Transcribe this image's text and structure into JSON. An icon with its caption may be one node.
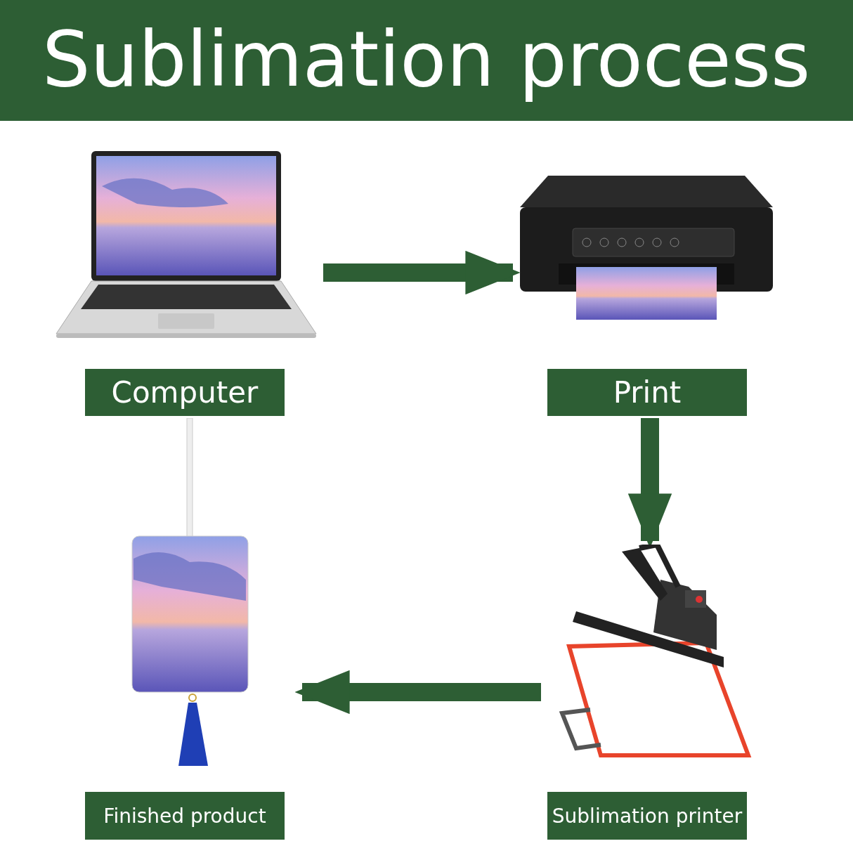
{
  "diagram": {
    "title": "Sublimation process",
    "nodes": [
      {
        "text": [
          "Computer"
        ]
      },
      {
        "text": [
          "Print"
        ]
      },
      {
        "text": [
          "Finished product"
        ]
      },
      {
        "text": [
          "Sublimation printer"
        ]
      }
    ],
    "edges": [
      {
        "from": 0,
        "to": 1,
        "arrow": "to"
      },
      {
        "from": 1,
        "to": 3,
        "arrow": "to"
      },
      {
        "from": 3,
        "to": 2,
        "arrow": "to"
      }
    ]
  }
}
